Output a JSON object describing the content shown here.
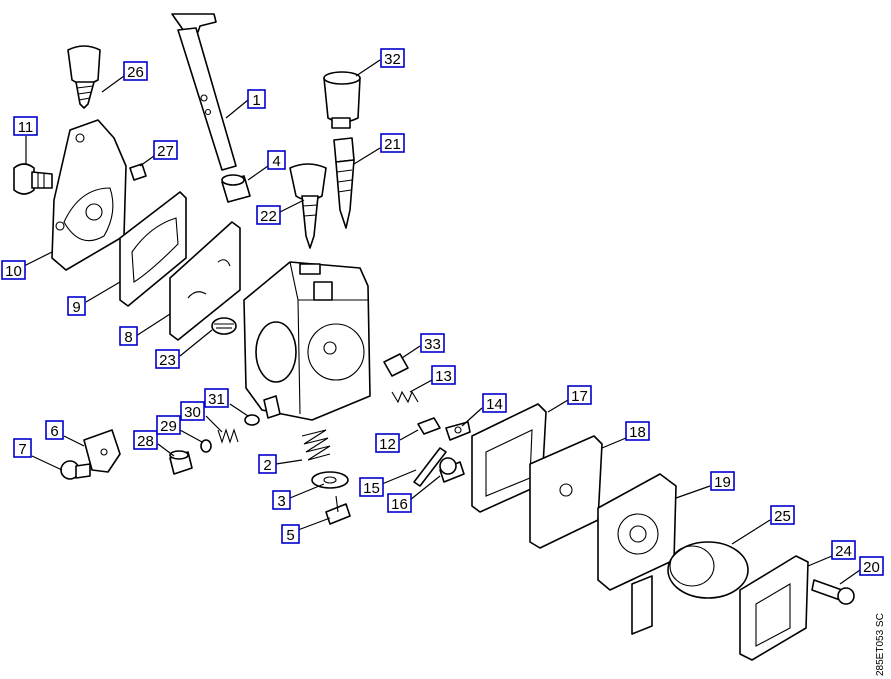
{
  "diagram": {
    "reference_code": "285ET053 SC",
    "callouts": [
      {
        "id": "c1",
        "number": "1"
      },
      {
        "id": "c2",
        "number": "2"
      },
      {
        "id": "c3",
        "number": "3"
      },
      {
        "id": "c4",
        "number": "4"
      },
      {
        "id": "c5",
        "number": "5"
      },
      {
        "id": "c6",
        "number": "6"
      },
      {
        "id": "c7",
        "number": "7"
      },
      {
        "id": "c8",
        "number": "8"
      },
      {
        "id": "c9",
        "number": "9"
      },
      {
        "id": "c10",
        "number": "10"
      },
      {
        "id": "c11",
        "number": "11"
      },
      {
        "id": "c12",
        "number": "12"
      },
      {
        "id": "c13",
        "number": "13"
      },
      {
        "id": "c14",
        "number": "14"
      },
      {
        "id": "c15",
        "number": "15"
      },
      {
        "id": "c16",
        "number": "16"
      },
      {
        "id": "c17",
        "number": "17"
      },
      {
        "id": "c18",
        "number": "18"
      },
      {
        "id": "c19",
        "number": "19"
      },
      {
        "id": "c20",
        "number": "20"
      },
      {
        "id": "c21",
        "number": "21"
      },
      {
        "id": "c22",
        "number": "22"
      },
      {
        "id": "c23",
        "number": "23"
      },
      {
        "id": "c24",
        "number": "24"
      },
      {
        "id": "c25",
        "number": "25"
      },
      {
        "id": "c26",
        "number": "26"
      },
      {
        "id": "c27",
        "number": "27"
      },
      {
        "id": "c28",
        "number": "28"
      },
      {
        "id": "c29",
        "number": "29"
      },
      {
        "id": "c30",
        "number": "30"
      },
      {
        "id": "c31",
        "number": "31"
      },
      {
        "id": "c32",
        "number": "32"
      },
      {
        "id": "c33",
        "number": "33"
      }
    ]
  }
}
